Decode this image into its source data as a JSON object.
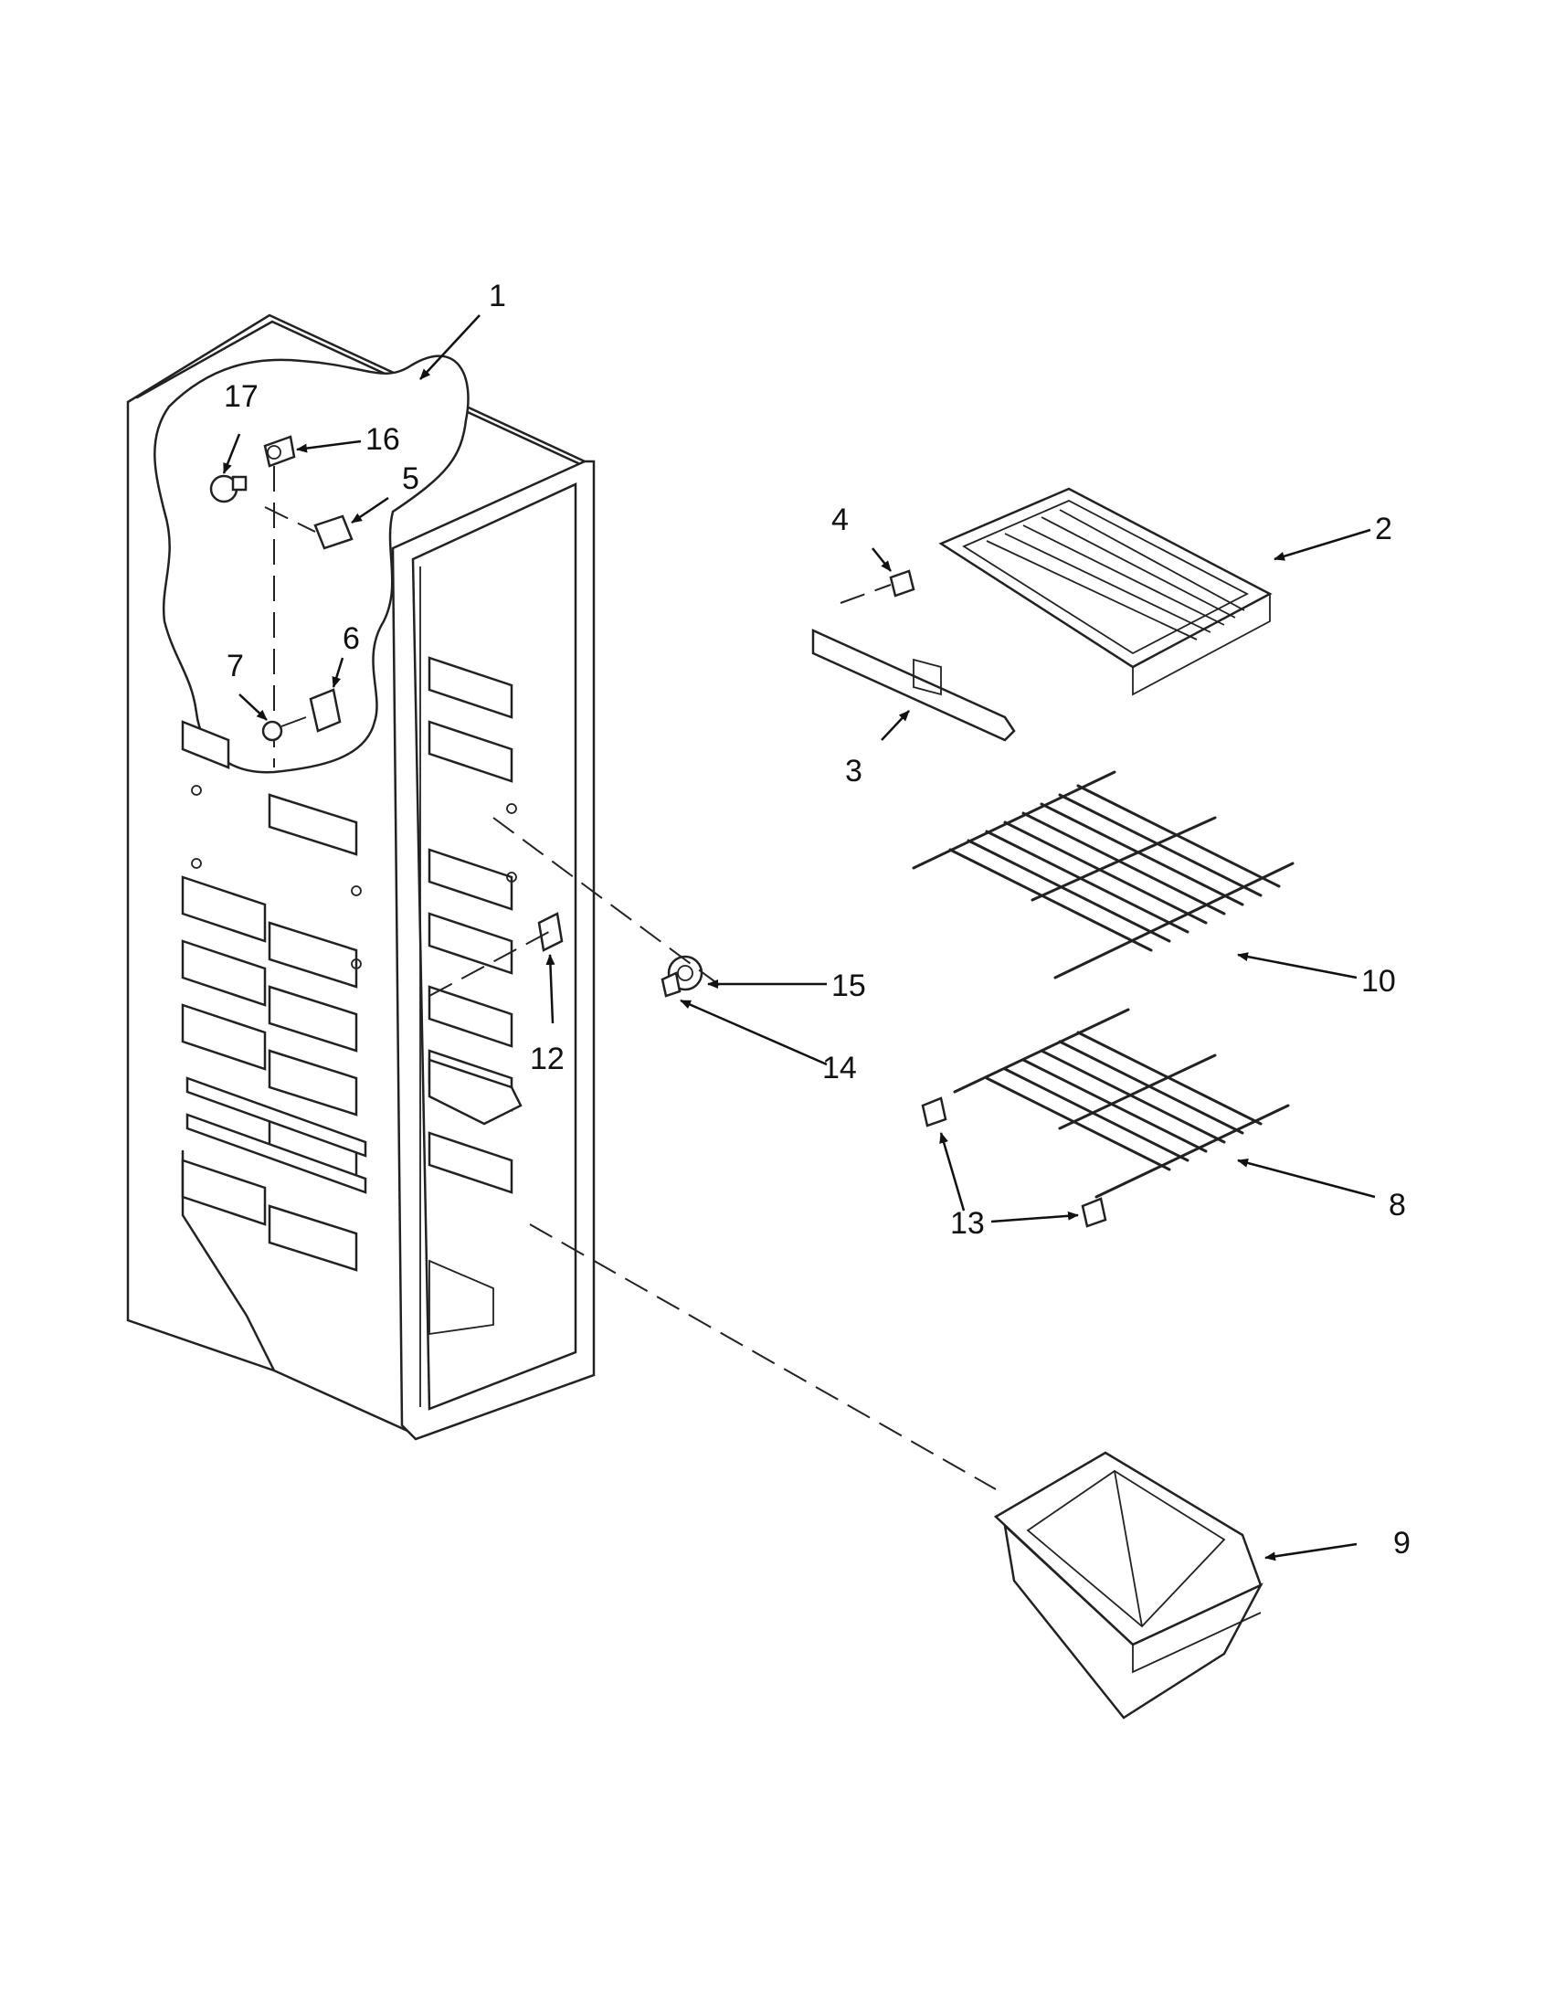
{
  "callouts": {
    "c1": "1",
    "c2": "2",
    "c3": "3",
    "c4": "4",
    "c5": "5",
    "c6": "6",
    "c7": "7",
    "c8": "8",
    "c9": "9",
    "c10": "10",
    "c12": "12",
    "c13": "13",
    "c14": "14",
    "c15": "15",
    "c16": "16",
    "c17": "17"
  },
  "colors": {
    "line": "#222222",
    "background": "#ffffff"
  }
}
